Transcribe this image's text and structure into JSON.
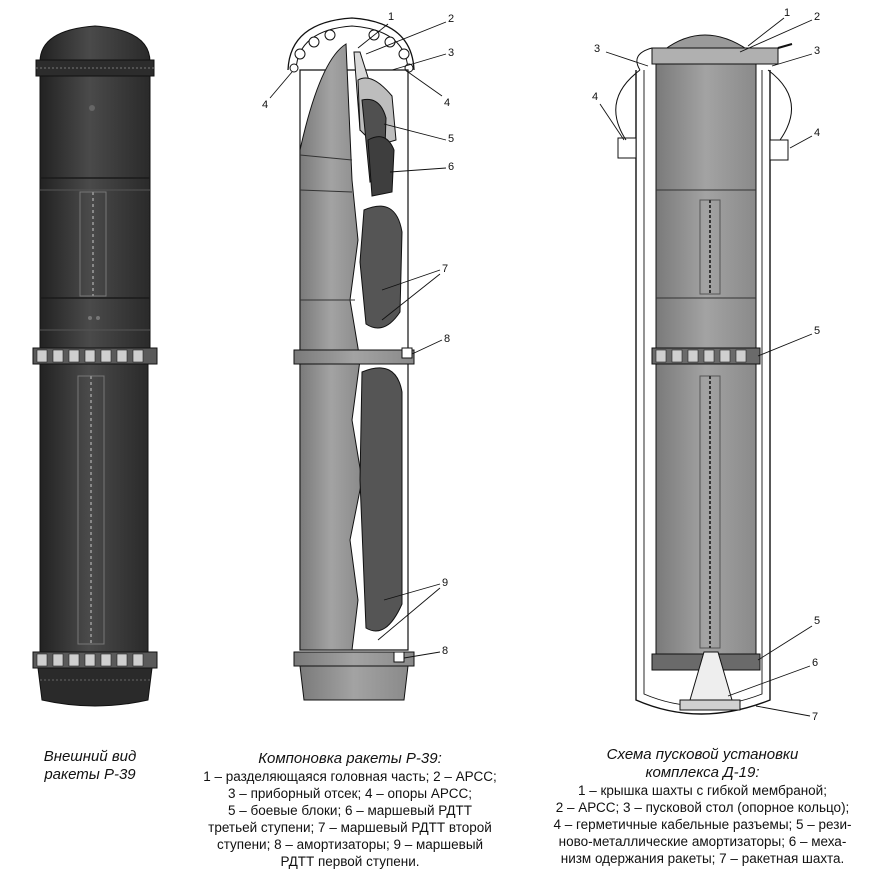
{
  "figure1": {
    "caption": [
      "Внешний вид",
      "ракеты Р-39"
    ]
  },
  "figure2": {
    "title": "Компоновка ракеты Р-39:",
    "legend_lines": [
      "1 – разделяющаяся головная часть; 2 – АРСС;",
      "3 – приборный отсек; 4 – опоры АРСС;",
      "5 – боевые блоки; 6 – маршевый РДТТ",
      "третьей ступени; 7 – маршевый РДТТ второй",
      "ступени; 8 – амортизаторы; 9 – маршевый",
      "РДТТ первой ступени."
    ],
    "callouts": [
      "1",
      "2",
      "3",
      "4",
      "4",
      "5",
      "6",
      "7",
      "8",
      "9",
      "8"
    ]
  },
  "figure3": {
    "title_lines": [
      "Схема пусковой установки",
      "комплекса Д-19:"
    ],
    "legend_lines": [
      "1 – крышка шахты с гибкой мембраной;",
      "2 – АРСС; 3 – пусковой стол (опорное кольцо);",
      "4 – герметичные кабельные разъемы; 5 – рези-",
      "ново-металлические амортизаторы; 6 – меха-",
      "низм одержания ракеты; 7 – ракетная шахта."
    ],
    "callouts": [
      "1",
      "2",
      "3",
      "3",
      "4",
      "4",
      "5",
      "5",
      "6",
      "7"
    ]
  },
  "colors": {
    "missile_dark": "#3a3a3a",
    "missile_gray": "#8f8f8f",
    "inner_dark": "#5a5a5a",
    "silo_gray": "#9a9a9a",
    "line": "#111111"
  }
}
